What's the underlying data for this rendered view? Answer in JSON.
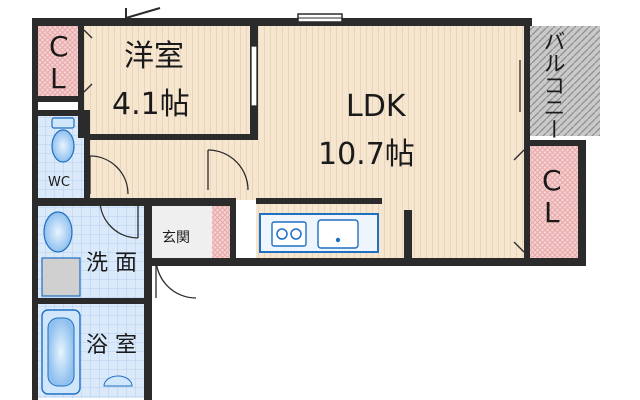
{
  "rooms": {
    "western_room": {
      "name": "洋室",
      "size": "4.1帖"
    },
    "ldk": {
      "name": "LDK",
      "size": "10.7帖"
    },
    "closet_left": {
      "line1": "C",
      "line2": "L"
    },
    "closet_right": {
      "line1": "C",
      "line2": "L"
    },
    "balcony": {
      "name": "バルコニー"
    },
    "wc": {
      "name": "WC"
    },
    "entrance": {
      "name": "玄関"
    },
    "washroom": {
      "name": "洗 面"
    },
    "bathroom": {
      "name": "浴 室"
    }
  },
  "colors": {
    "wood_floor": "#f6e6cf",
    "wood_line": "#d9c2a0",
    "wall": "#2b2b2b",
    "closet_fill": "#f2c4c4",
    "tile_blue": "#d5e8f8",
    "balcony_gray": "#bdbdbd",
    "fixture_blue": "#1f6fc2"
  }
}
